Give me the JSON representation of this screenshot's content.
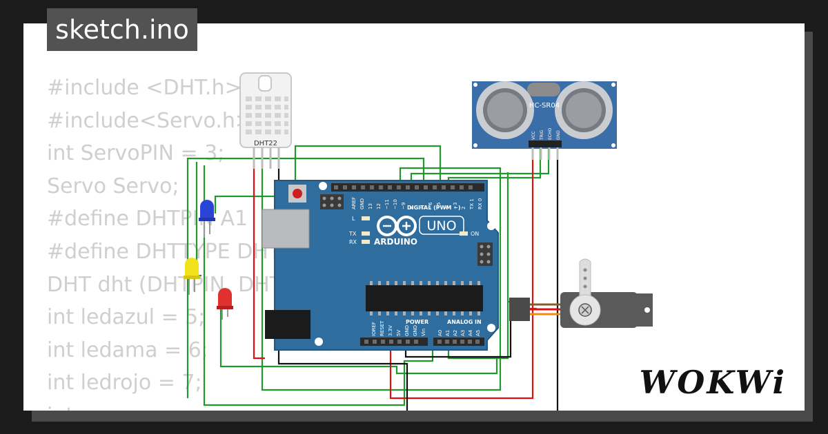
{
  "window": {
    "tab_title": "sketch.ino"
  },
  "code_lines": [
    "#include <DHT.h>",
    "#include<Servo.h>",
    "int ServoPIN = 3;",
    "Servo Servo;",
    "#define DHTPIN A1",
    "#define DHTTYPE DHT22",
    "DHT dht (DHTPIN, DHTTYPE);",
    "int ledazul = 5;",
    "int ledama = 6;",
    "int ledrojo = 7;",
    "int ..."
  ],
  "components": {
    "dht_label": "DHT22",
    "sonar_label": "HC-SR04",
    "sonar_pins": [
      "VCC",
      "TRIG",
      "ECHO",
      "GND"
    ],
    "board": {
      "brand": "ARDUINO",
      "model": "UNO",
      "digital_label": "DIGITAL (PWM ~)",
      "power_label": "POWER",
      "analog_label": "ANALOG IN",
      "on_label": "ON",
      "led_labels": [
        "L",
        "TX",
        "RX"
      ],
      "digital_pins": [
        "AREF",
        "GND",
        "13",
        "12",
        "~11",
        "~10",
        "~9",
        "8",
        "7",
        "~6",
        "~5",
        "4",
        "~3",
        "2",
        "TX 1",
        "RX 0"
      ],
      "power_pins": [
        "IOREF",
        "RESET",
        "3.3V",
        "5V",
        "GND",
        "GND",
        "Vin"
      ],
      "analog_pins": [
        "A0",
        "A1",
        "A2",
        "A3",
        "A4",
        "A5"
      ]
    },
    "led_colors": [
      "#2a44d8",
      "#f2e21a",
      "#e03030"
    ],
    "wire_colors": {
      "green": "#1f9a2a",
      "red": "#e01010",
      "black": "#111111"
    },
    "board_color": "#2f6d9e"
  },
  "branding": {
    "logo": "WOKWi"
  }
}
